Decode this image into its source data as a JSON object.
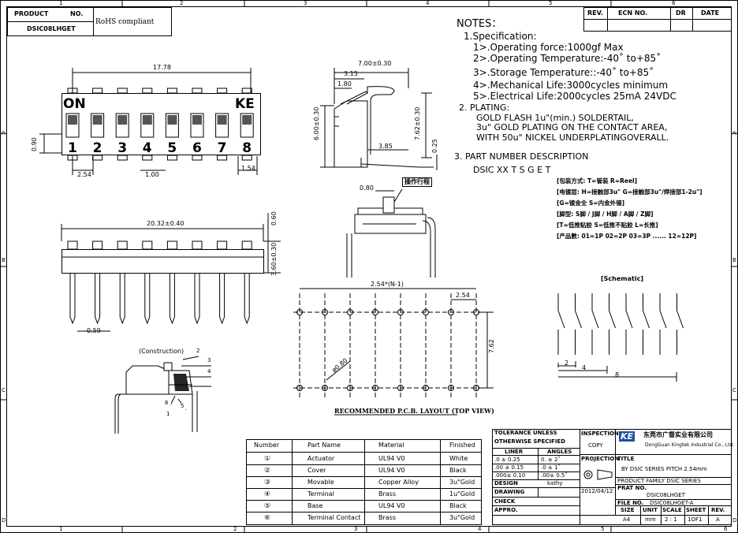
{
  "border": {
    "col_marks_top": [
      "1",
      "2",
      "3",
      "4",
      "5",
      "6"
    ],
    "col_marks_bottom": [
      "1",
      "2",
      "3",
      "4",
      "5",
      "6"
    ],
    "row_marks_left": [
      "A",
      "B",
      "C",
      "D"
    ],
    "row_marks_right": [
      "A",
      "B",
      "C",
      "D"
    ]
  },
  "product_box": {
    "product_label": "PRODUCT",
    "no_label": "NO.",
    "part_no": "DSIC08LHGET",
    "rohs": "RoHS compliant"
  },
  "revision_box": {
    "rev": "REV.",
    "ecn": "ECN NO.",
    "dr": "DR",
    "date": "DATE"
  },
  "notes": {
    "title": "NOTES：",
    "lines": [
      "1.Specification:",
      "1>.Operating force:1000gf Max",
      "2>.Operating Temperature:-40˚ to+85˚",
      "3>.Storage Temperature::-40˚ to+85˚",
      "4>.Mechanical Life:3000cycles minimum",
      "5>.Electrical Life:2000cycles 25mA 24VDC",
      "2. PLATING:",
      "GOLD FLASH 1u\"(min.) SOLDERTAIL,",
      "3u\" GOLD PLATING  ON THE CONTACT AREA,",
      "WITH 50u\" NICKEL UNDERPLATINGOVERALL.",
      "3. PART NUMBER DESCRIPTION"
    ],
    "part_code": "DSIC XX  T  S G E T",
    "code_legend": [
      "[包装方式: T=管装  R=Reel]",
      "[电镀层: H=接触部3u\" G=接触部3u\"/焊接部1-2u\"]",
      "[G=镀金全  S=内金外锡]",
      "[脚型: S脚 / J脚 / H脚 / A脚 / Z脚]",
      "[T=低推贴胶  S=低推不贴胶 L=长推]",
      "[产品數: 01=1P 02=2P 03=3P ...... 12=12P]"
    ]
  },
  "top_view": {
    "on_label": "ON",
    "ke_label": "KE",
    "numbers": [
      "1",
      "2",
      "3",
      "4",
      "5",
      "6",
      "7",
      "8"
    ],
    "dim_width": "17.78",
    "dim_height": "0.90",
    "dim_pitch": "2.54",
    "dim_gap": "1.00",
    "dim_end": "1.54"
  },
  "side_view": {
    "dim_top": "7.00±0.30",
    "dim_a": "3.15",
    "dim_b": "1.80",
    "dim_height": "6.00±0.30",
    "dim_lead": "7.62±0.30",
    "dim_c": "3.85",
    "dim_d": "0.25"
  },
  "actuator_detail": {
    "dim": "0.80",
    "callout": "操作行程"
  },
  "front_view": {
    "dim_width": "20.32±0.40",
    "dim_top": "0.60",
    "dim_height": "3.60±0.30",
    "dim_pin": "0.59"
  },
  "pcb": {
    "dim_total": "2.54*(N-1)",
    "dim_pitch": "2.54",
    "dim_row": "7.62",
    "dim_hole": "ø0.80",
    "caption": "RECOMMENDED P.C.B. LAYOUT (TOP VIEW)"
  },
  "construction": {
    "title": "(Construction)",
    "callouts": [
      "1",
      "2",
      "3",
      "4",
      "5",
      "6"
    ]
  },
  "schematic": {
    "title": "[Schematic]",
    "dim_a": "2",
    "dim_b": "4",
    "dim_c": "8"
  },
  "bom": {
    "headers": [
      "Number",
      "Part Name",
      "Material",
      "Finished"
    ],
    "rows": [
      [
        "①",
        "Actuator",
        "UL94 V0",
        "White"
      ],
      [
        "②",
        "Cover",
        "UL94 V0",
        "Black"
      ],
      [
        "③",
        "Movable",
        "Copper Alloy",
        "3u\"Gold"
      ],
      [
        "④",
        "Terminal",
        "Brass",
        "1u\"Gold"
      ],
      [
        "⑤",
        "Base",
        "UL94 V0",
        "Black"
      ],
      [
        "⑥",
        "Terminal Contact",
        "Brass",
        "3u\"Gold"
      ]
    ]
  },
  "title_block": {
    "tol_title1": "TOLERANCE UNLESS",
    "tol_title2": "OTHERWISE SPECIFIED",
    "linear": "LINER",
    "angles": "ANGLES",
    "tol_rows": [
      [
        ".0  ±  0.25",
        "0.  ±   2˚"
      ],
      [
        ".00 ±  0.15",
        ".0  ±   1˚"
      ],
      [
        ".000±  0.10",
        ".00±  0.5˚"
      ]
    ],
    "inspection": "INSPECTION",
    "copy": "COPY",
    "projection": "PROJECTION",
    "design": "DESIGN",
    "designer": "kathy",
    "design_date": "2012/04/12",
    "drawing": "DRAWING",
    "check": "CHECK",
    "approve": "APPRO.",
    "logo": "KE",
    "company_cn": "东莞市广督实业有限公司",
    "company_en": "DongGuan Kingtek Industrial Co., Ltd.",
    "title_label": "TITLE",
    "title_value": "BY DSIC SERIES PITCH 2.54mm",
    "family": "PRODUCT FAMILY DSIC SERIES",
    "prat_no": "PRAT NO.",
    "prat_value": "DSIC08LHGET",
    "file_no": "FILE NO.",
    "file_value": "DSIC08LHGET-A",
    "size_label": "SIZE",
    "unit_label": "UNIT",
    "scale_label": "SCALE",
    "sheet_label": "SHEET",
    "rev_label": "REV.",
    "size": "A4",
    "unit": "mm",
    "scale": "2 : 1",
    "sheet": "1OF1",
    "rev": "A"
  }
}
